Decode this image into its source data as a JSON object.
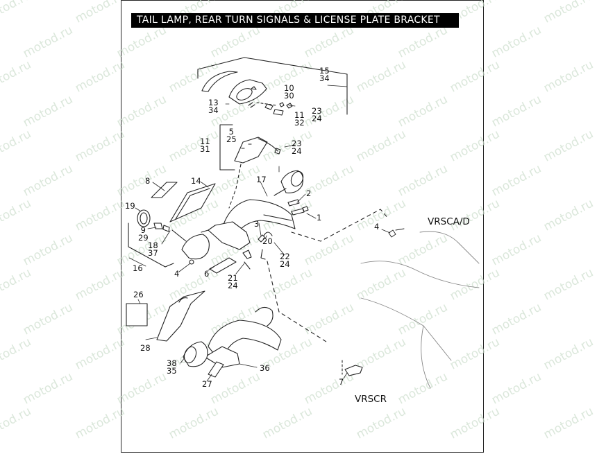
{
  "title": "TAIL LAMP, REAR TURN SIGNALS & LICENSE PLATE BRACKET",
  "watermark": "motod.ru",
  "model_labels": {
    "vrsca": "VRSCA/D",
    "vrscr": "VRSCR"
  },
  "callouts": {
    "c15_34": [
      "15",
      "34"
    ],
    "c10_30": [
      "10",
      "30"
    ],
    "c13_34": [
      "13",
      "34"
    ],
    "c11_32": [
      "11",
      "32"
    ],
    "c23_24a": [
      "23",
      "24"
    ],
    "c5_25": [
      "5",
      "25"
    ],
    "c11_31": [
      "11",
      "31"
    ],
    "c23_24b": [
      "23",
      "24"
    ],
    "c8": [
      "8"
    ],
    "c14": [
      "14"
    ],
    "c17": [
      "17"
    ],
    "c2": [
      "2"
    ],
    "c19": [
      "19"
    ],
    "c1": [
      "1"
    ],
    "c4a": [
      "4"
    ],
    "c3": [
      "3"
    ],
    "c9_29": [
      "9",
      "29"
    ],
    "c20": [
      "20"
    ],
    "c18_37": [
      "18",
      "37"
    ],
    "c22_24": [
      "22",
      "24"
    ],
    "c16": [
      "16"
    ],
    "c4b": [
      "4"
    ],
    "c6": [
      "6"
    ],
    "c21_24": [
      "21",
      "24"
    ],
    "c26": [
      "26"
    ],
    "c28": [
      "28"
    ],
    "c38_35": [
      "38",
      "35"
    ],
    "c36": [
      "36"
    ],
    "c27": [
      "27"
    ],
    "c7": [
      "7"
    ]
  },
  "colors": {
    "title_bg": "#000000",
    "title_fg": "#ffffff",
    "line": "#222222",
    "watermark": "#cfe0cf"
  }
}
